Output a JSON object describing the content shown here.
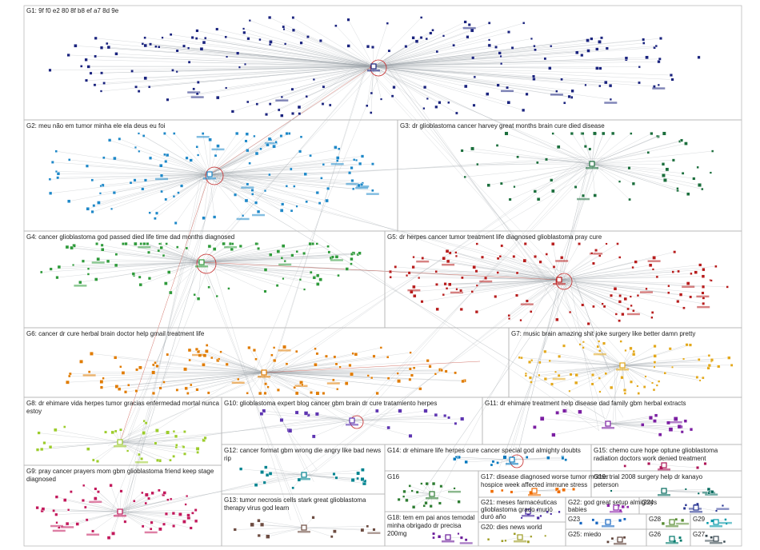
{
  "groups": [
    {
      "id": "G1",
      "label": "G1: 9f f0 e2 80 8f b8 ef a7 8d 9e",
      "color": "#1a237e"
    },
    {
      "id": "G2",
      "label": "G2: meu não em tumor minha ele ela deus eu foi",
      "color": "#1e88c8"
    },
    {
      "id": "G3",
      "label": "G3: dr glioblastoma cancer harvey great months brain cure died disease",
      "color": "#1b6e3c"
    },
    {
      "id": "G4",
      "label": "G4: cancer glioblastoma god passed died life time dad months diagnosed",
      "color": "#2e9a3a"
    },
    {
      "id": "G5",
      "label": "G5: dr herpes cancer tumor treatment life diagnosed glioblastoma pray cure",
      "color": "#b71c1c"
    },
    {
      "id": "G6",
      "label": "G6: cancer dr cure herbal brain doctor help gmail treatment life",
      "color": "#e07b00"
    },
    {
      "id": "G7",
      "label": "G7: music brain amazing shit joke surgery like better damn pretty",
      "color": "#e3a81b"
    },
    {
      "id": "G8",
      "label": "G8: dr ehimare vida herpes tumor gracias enfermedad mortal nunca estoy",
      "color": "#9ccc2c"
    },
    {
      "id": "G9",
      "label": "G9: pray cancer prayers mom gbm glioblastoma friend keep stage diagnosed",
      "color": "#c2185b"
    },
    {
      "id": "G10",
      "label": "G10: glioblastoma expert blog cancer gbm brain dr cure tratamiento herpes",
      "color": "#5e35b1"
    },
    {
      "id": "G11",
      "label": "G11: dr ehimare treatment help disease dad family gbm herbal extracts",
      "color": "#7b1fa2"
    },
    {
      "id": "G12",
      "label": "G12: cancer format gbm wrong die angry like bad news rip",
      "color": "#00838f"
    },
    {
      "id": "G13",
      "label": "G13: tumor necrosis cells stark great glioblastoma therapy virus god learn",
      "color": "#6d4c41"
    },
    {
      "id": "G14",
      "label": "G14: dr ehimare life herpes cure cancer special god almighty doubts",
      "color": "#0277bd"
    },
    {
      "id": "G15",
      "label": "G15: chemo cure hope optune glioblastoma radiation doctors work denied treatment",
      "color": "#ad1457"
    },
    {
      "id": "G16",
      "label": "G16",
      "color": "#2e7d32"
    },
    {
      "id": "G17",
      "label": "G17: disease diagnosed worse tumor mother hospice week affected immune stress",
      "color": "#ef6c00"
    },
    {
      "id": "G18",
      "label": "G18: tem em pai anos temodal minha obrigado dr precisa 200mg",
      "color": "#6a1b9a"
    },
    {
      "id": "G19",
      "label": "G19: trial 2008 surgery help dr kanayo peterson",
      "color": "#00695c"
    },
    {
      "id": "G20",
      "label": "G20: dies news world",
      "color": "#9e9d24"
    },
    {
      "id": "G21",
      "label": "G21: meses farmacéuticas glioblastoma grado murió duró año",
      "color": "#4527a0"
    },
    {
      "id": "G22",
      "label": "G22: god great setup almightys babies",
      "color": "#8e24aa"
    },
    {
      "id": "G23",
      "label": "G23",
      "color": "#1565c0"
    },
    {
      "id": "G24",
      "label": "G24",
      "color": "#283593"
    },
    {
      "id": "G25",
      "label": "G25: miedo",
      "color": "#5d4037"
    },
    {
      "id": "G26",
      "label": "G26",
      "color": "#00796b"
    },
    {
      "id": "G27",
      "label": "G27",
      "color": "#37474f"
    },
    {
      "id": "G28",
      "label": "G28",
      "color": "#558b2f"
    },
    {
      "id": "G29",
      "label": "G29",
      "color": "#0097a7"
    }
  ]
}
